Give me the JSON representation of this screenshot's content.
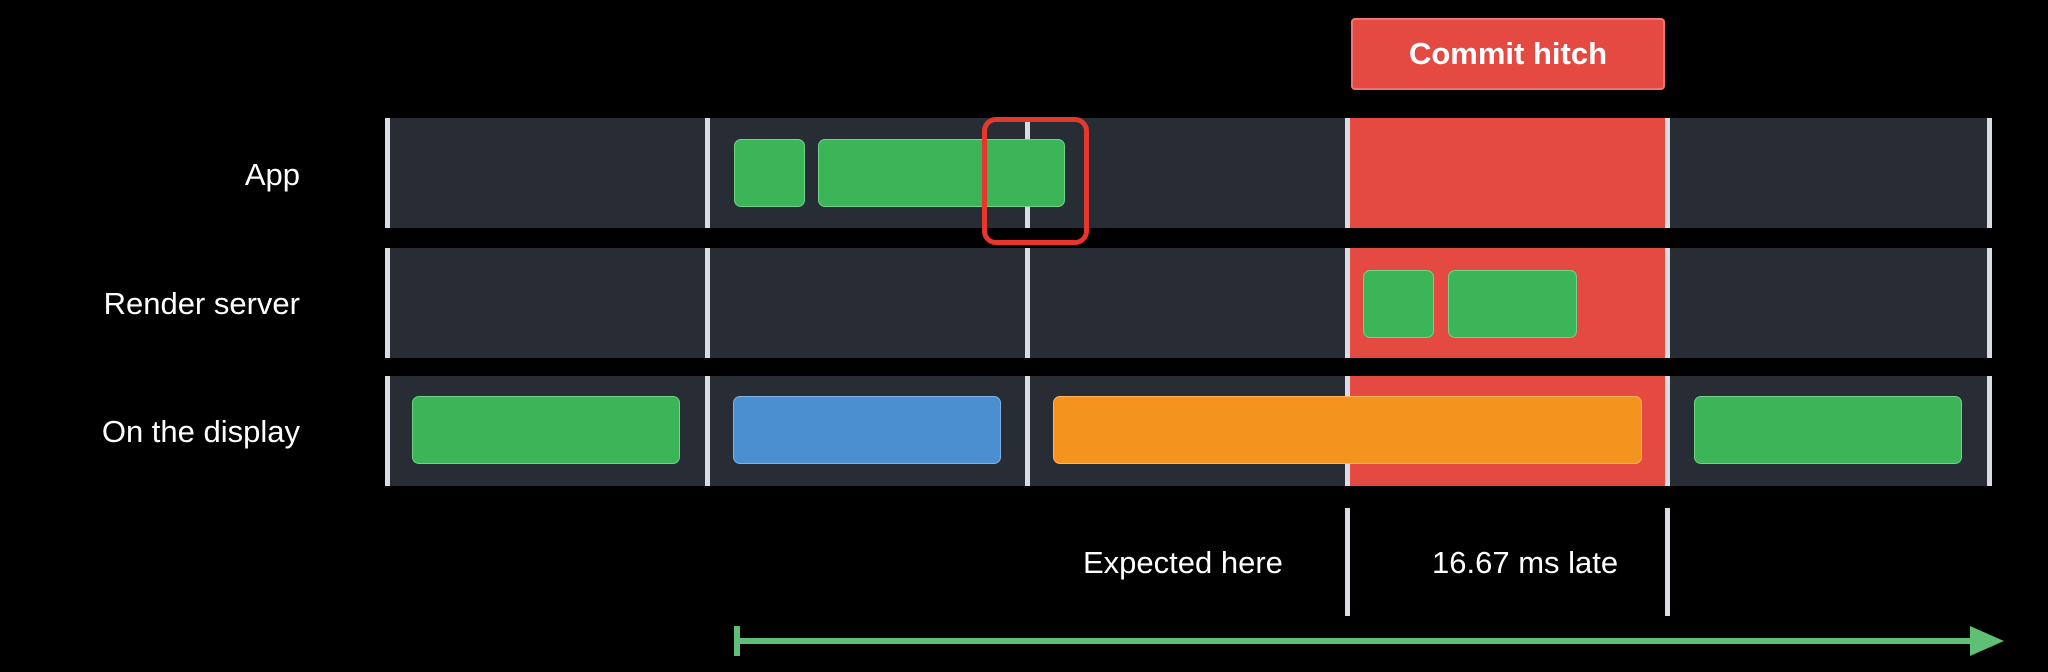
{
  "badge": {
    "label": "Commit hitch"
  },
  "rows": [
    {
      "label": "App"
    },
    {
      "label": "Render server"
    },
    {
      "label": "On the display"
    }
  ],
  "annotations": {
    "expected": "Expected here",
    "late": "16.67 ms late"
  },
  "colors": {
    "background": "#000000",
    "track": "#272c35",
    "hitch": "#e54a42",
    "frame_green": "#3cb458",
    "frame_blue": "#4b8fd1",
    "frame_orange": "#f5931f",
    "highlight_outline": "#e5372b",
    "timeline_arrow": "#5fbf74",
    "divider": "#d9dde3"
  },
  "icons": {
    "timeline": "right-arrow-with-start-bar"
  }
}
